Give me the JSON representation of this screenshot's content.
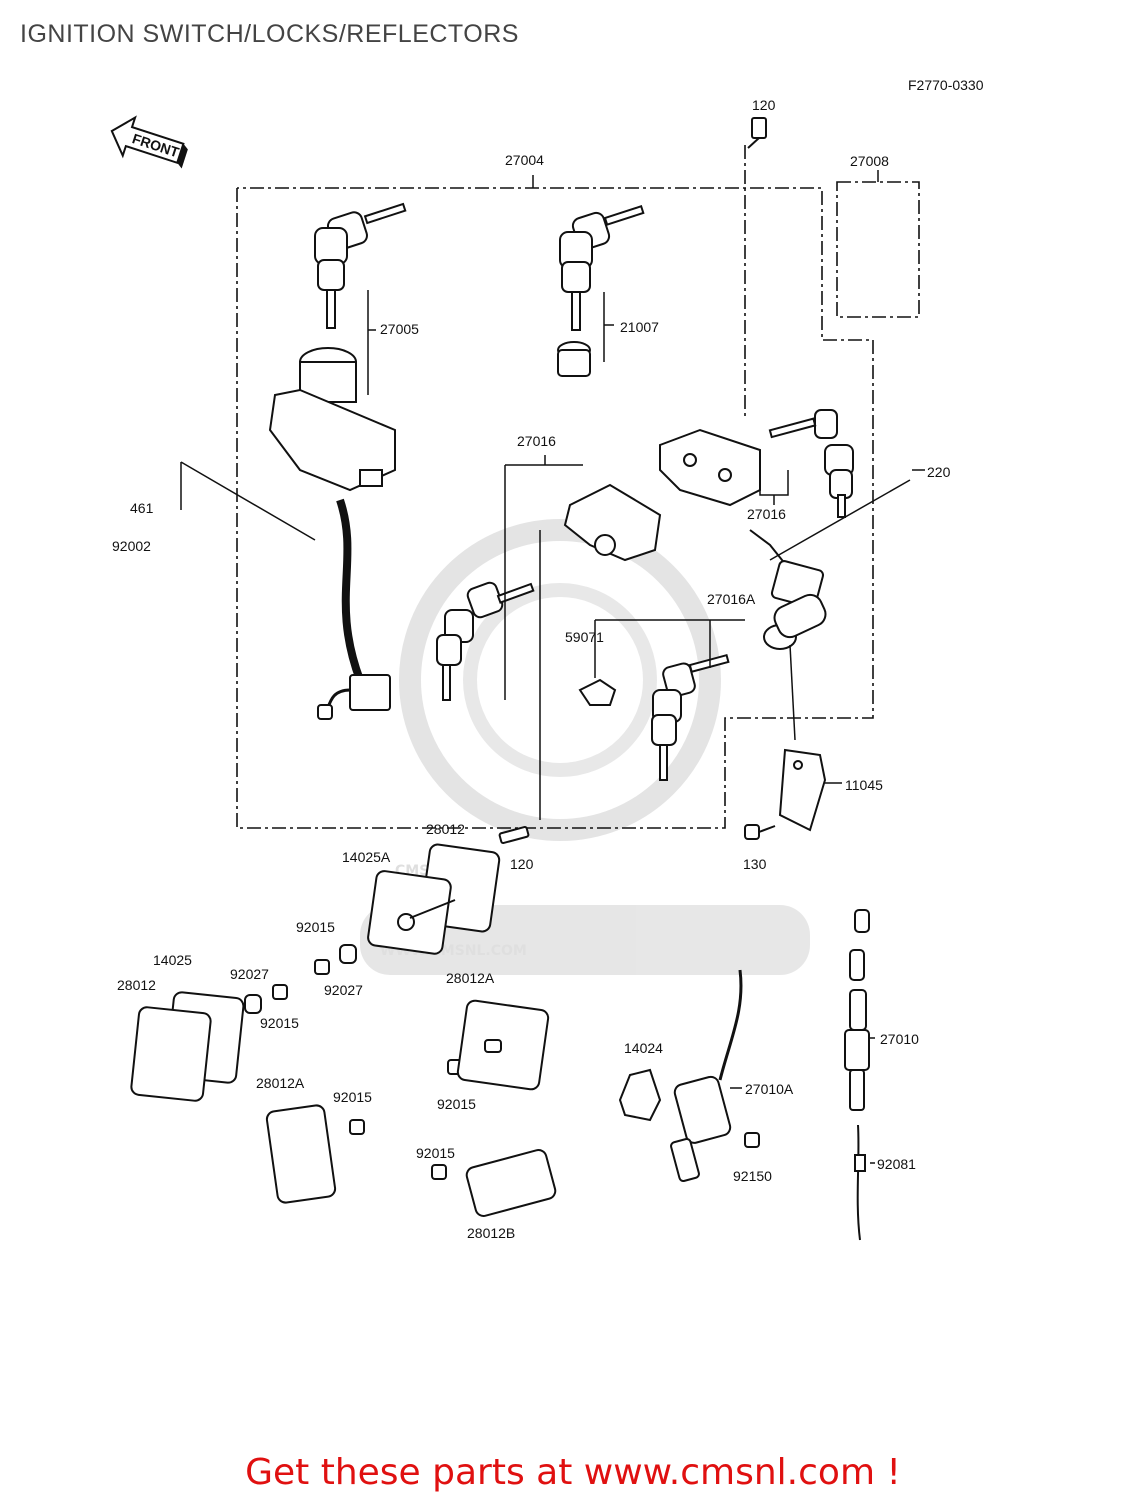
{
  "page_title": "IGNITION SWITCH/LOCKS/REFLECTORS",
  "figure_ref": "F2770-0330",
  "front_label": "FRONT",
  "watermark": {
    "brand": "CMS",
    "url": "WWW.CMSNL.COM"
  },
  "parts": {
    "p120_top": "120",
    "p27004": "27004",
    "p27008": "27008",
    "p27005": "27005",
    "p21007": "21007",
    "p27016_mid": "27016",
    "p27016_right": "27016",
    "p220": "220",
    "p461": "461",
    "p92002": "92002",
    "p27016A": "27016A",
    "p59071": "59071",
    "p11045": "11045",
    "p28012_top": "28012",
    "p14025A": "14025A",
    "p120_bottom": "120",
    "p130": "130",
    "p92015_a": "92015",
    "p92027_a": "92027",
    "p14025": "14025",
    "p92027_b": "92027",
    "p28012_left": "28012",
    "p92015_b": "92015",
    "p28012A_mid": "28012A",
    "p92015_c": "92015",
    "p28012A_left": "28012A",
    "p92015_d": "92015",
    "p92015_e": "92015",
    "p28012B": "28012B",
    "p14024": "14024",
    "p27010A": "27010A",
    "p92150": "92150",
    "p27010": "27010",
    "p92081": "92081"
  },
  "footer_text": "Get these parts at www.cmsnl.com !"
}
